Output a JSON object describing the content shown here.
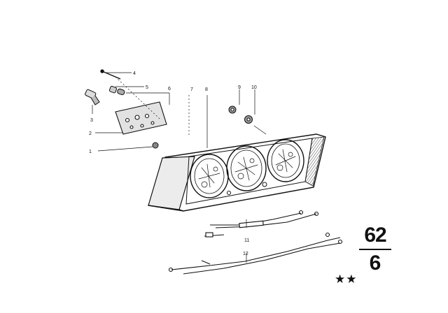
{
  "diagram": {
    "callouts": {
      "p1": "1",
      "p2": "2",
      "p3": "3",
      "p4": "4",
      "p5": "5",
      "p6": "6",
      "p7": "7",
      "p8": "8",
      "p9": "9",
      "p10": "10",
      "p11": "11",
      "p12": "12"
    },
    "group": {
      "main": "62",
      "sub": "6"
    },
    "marks": "★★"
  }
}
